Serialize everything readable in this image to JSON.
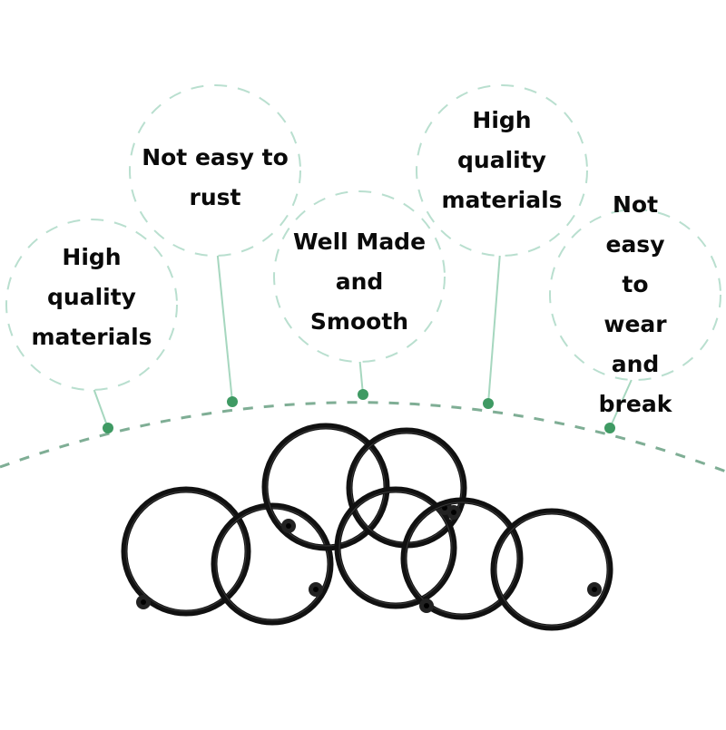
{
  "colors": {
    "background": "#ffffff",
    "circle_dash": "#b9dfcf",
    "connector": "#a6d7bf",
    "arc_dash": "#7fae95",
    "dot": "#3f9a63",
    "ring": "#111111",
    "text": "#0a0a0a"
  },
  "features": [
    {
      "lines": [
        "High",
        "quality",
        "materials"
      ]
    },
    {
      "lines": [
        "Not easy to",
        "rust"
      ]
    },
    {
      "lines": [
        "Well Made",
        "and",
        "Smooth"
      ]
    },
    {
      "lines": [
        "High",
        "quality",
        "materials"
      ]
    },
    {
      "lines": [
        "Not easy to",
        "wear and",
        "break"
      ]
    }
  ],
  "product": {
    "name": "binder-rings",
    "ring_count": 7,
    "ring_color": "black"
  }
}
